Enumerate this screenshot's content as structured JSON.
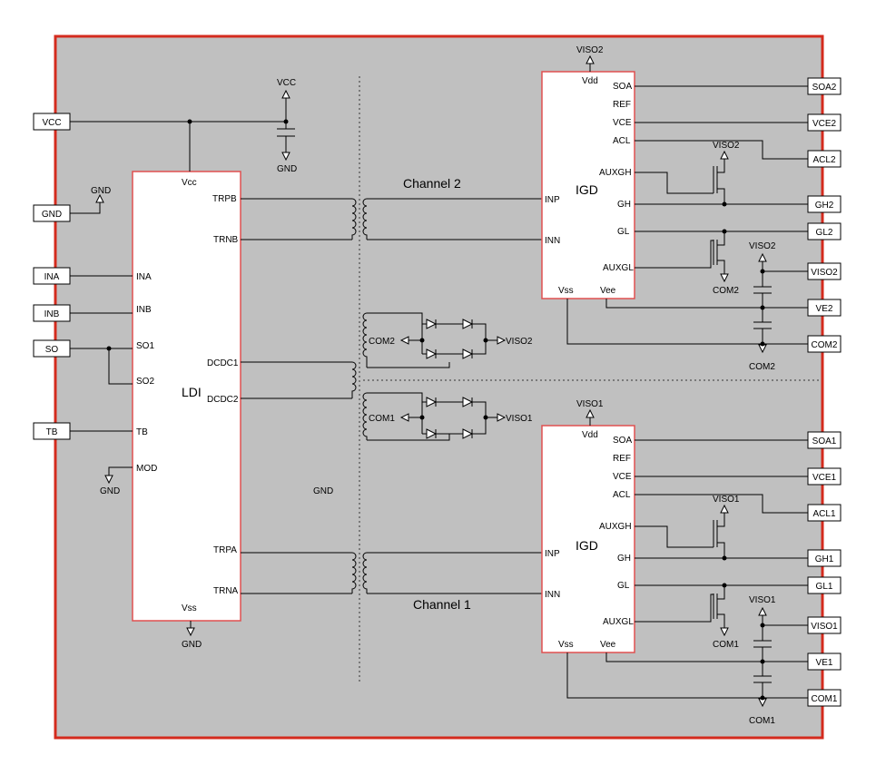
{
  "pins_left": {
    "vcc": "VCC",
    "gnd": "GND",
    "ina": "INA",
    "inb": "INB",
    "so": "SO",
    "tb": "TB"
  },
  "pins_right": {
    "soa2": "SOA2",
    "vce2": "VCE2",
    "acl2": "ACL2",
    "gh2": "GH2",
    "gl2": "GL2",
    "viso2": "VISO2",
    "ve2": "VE2",
    "com2": "COM2",
    "soa1": "SOA1",
    "vce1": "VCE1",
    "acl1": "ACL1",
    "gh1": "GH1",
    "gl1": "GL1",
    "viso1": "VISO1",
    "ve1": "VE1",
    "com1": "COM1"
  },
  "ldi": {
    "name": "LDI",
    "vcc": "Vcc",
    "trpb": "TRPB",
    "trnb": "TRNB",
    "ina": "INA",
    "inb": "INB",
    "so1": "SO1",
    "so2": "SO2",
    "dcdc1": "DCDC1",
    "dcdc2": "DCDC2",
    "tb": "TB",
    "mod": "MOD",
    "trpa": "TRPA",
    "trna": "TRNA",
    "vss": "Vss"
  },
  "igd": {
    "name": "IGD",
    "vdd": "Vdd",
    "soa": "SOA",
    "ref": "REF",
    "vce": "VCE",
    "acl": "ACL",
    "auxgh": "AUXGH",
    "gh": "GH",
    "inp": "INP",
    "inn": "INN",
    "gl": "GL",
    "auxgl": "AUXGL",
    "vss": "Vss",
    "vee": "Vee"
  },
  "net": {
    "vcc": "VCC",
    "gnd": "GND",
    "viso1": "VISO1",
    "viso2": "VISO2",
    "com1": "COM1",
    "com2": "COM2"
  },
  "channels": {
    "ch2": "Channel 2",
    "ch1": "Channel 1"
  },
  "colors": {
    "board_fill": "#c0c0c0",
    "board_border": "#d42b1e",
    "chip_border": "#e05050",
    "chip_fill": "#ffffff"
  }
}
